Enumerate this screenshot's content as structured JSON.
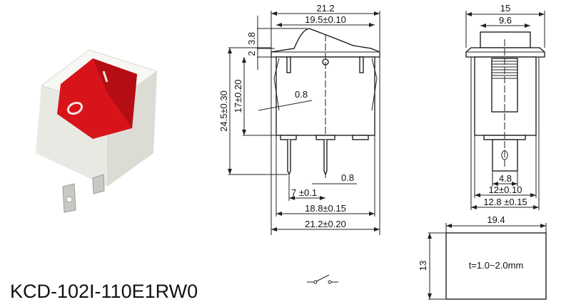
{
  "part_number": "KCD-102I-110E1RW0",
  "product_photo": {
    "rocker_color": "#d8141b",
    "housing_color": "#f2f2ee",
    "rocker_symbols": [
      "I",
      "O"
    ]
  },
  "front_view": {
    "overall_width": "21.2",
    "rocker_width": "19.5±0.10",
    "rocker_height": "3.8",
    "flange_thickness": "2",
    "total_height": "24.5±0.30",
    "body_height": "17±0.20",
    "clip_thickness": "0.8",
    "pin_thickness": "0.8",
    "pin_pitch": "7 ±0.1",
    "body_width": "18.8±0.15",
    "base_width": "21.2±0.20"
  },
  "side_view": {
    "flange_width": "15",
    "rocker_width": "9.6",
    "terminal_width": "4.8",
    "body_width": "12±0.10",
    "clip_width": "12.8 ±0.15"
  },
  "panel_cutout": {
    "width": "19.4",
    "height": "13",
    "thickness_note": "t=1.0~2.0mm"
  },
  "schematic_symbol": "spst-switch"
}
